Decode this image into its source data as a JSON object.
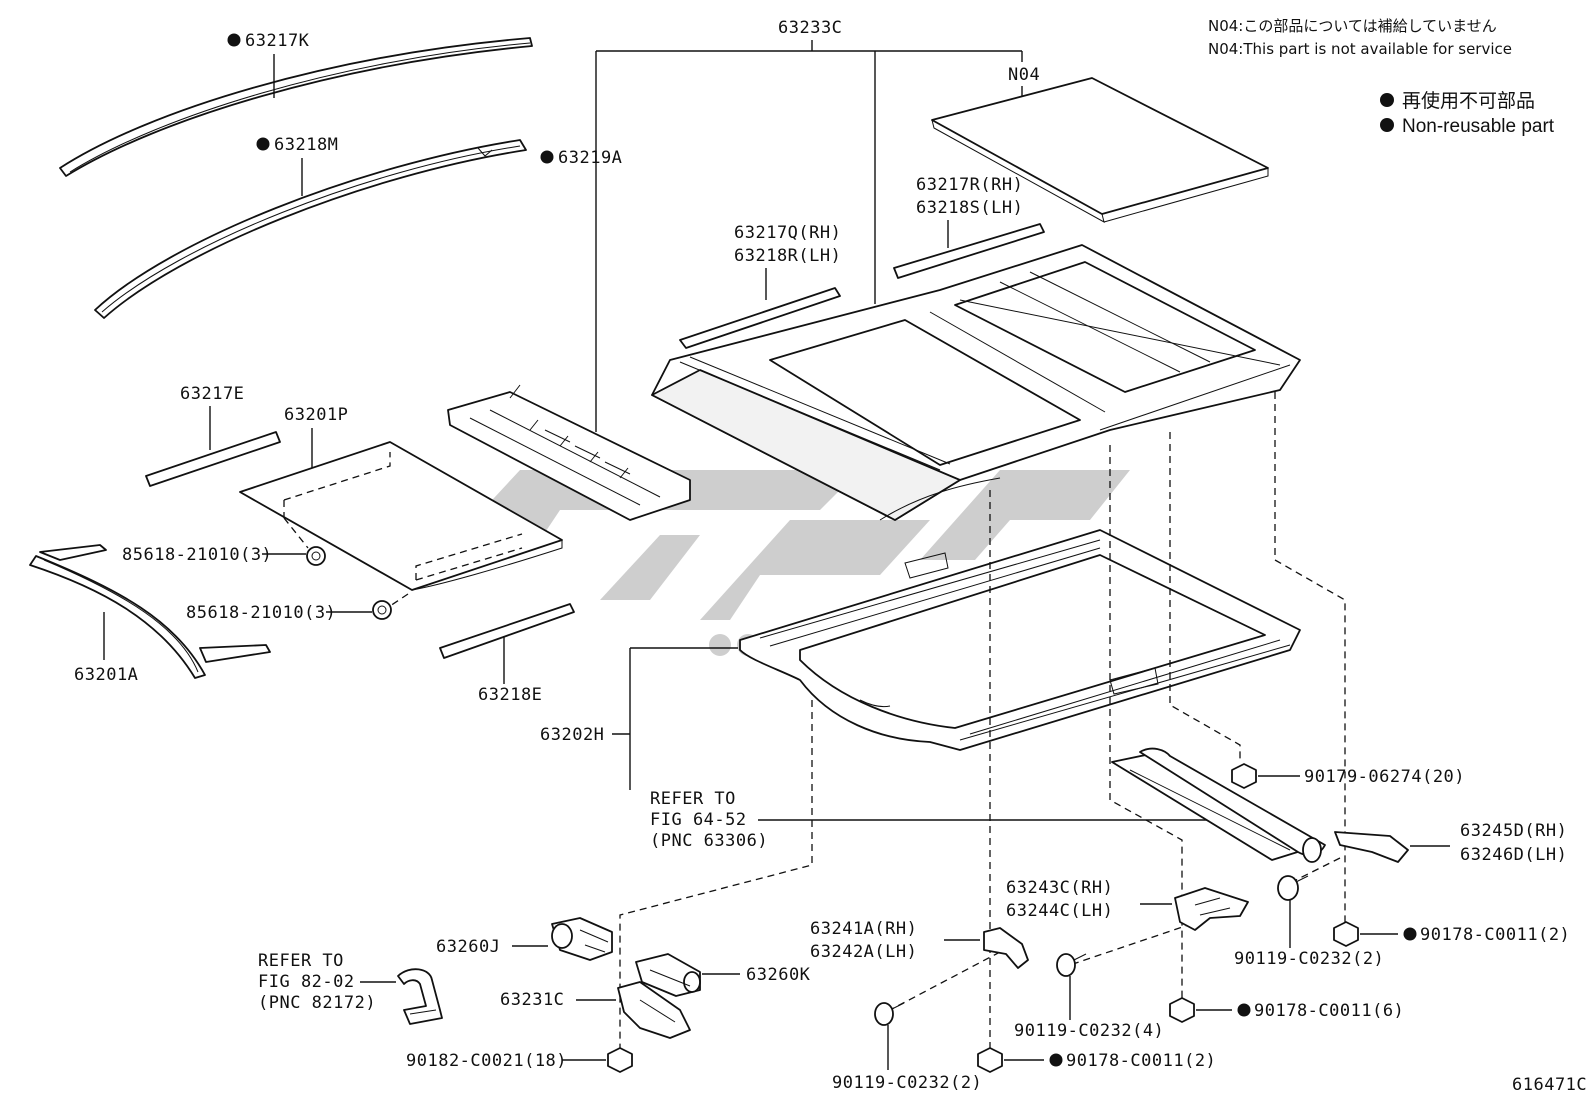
{
  "notes": {
    "n04_jp": "N04:この部品については補給していません",
    "n04_en": "N04:This part is not available for service",
    "legend_jp": "再使用不可部品",
    "legend_en": "Non-reusable part"
  },
  "figure_id": "616471C",
  "labels": {
    "p63217K": "63217K",
    "p63218M": "63218M",
    "p63219A": "63219A",
    "p63233C": "63233C",
    "pN04": "N04",
    "p63217R": "63217R(RH)",
    "p63218S": "63218S(LH)",
    "p63217Q": "63217Q(RH)",
    "p63218R": "63218R(LH)",
    "p63217E": "63217E",
    "p63201P": "63201P",
    "p85618a": "85618-21010(3)",
    "p85618b": "85618-21010(3)",
    "p63201A": "63201A",
    "p63218E": "63218E",
    "p63202H": "63202H",
    "refer1_l1": "REFER TO",
    "refer1_l2": "FIG 64-52",
    "refer1_l3": "(PNC 63306)",
    "p90179": "90179-06274(20)",
    "p63245D": "63245D(RH)",
    "p63246D": "63246D(LH)",
    "p63243C": "63243C(RH)",
    "p63244C": "63244C(LH)",
    "p63241A": "63241A(RH)",
    "p63242A": "63242A(LH)",
    "p90178a": "90178-C0011(2)",
    "p90119a": "90119-C0232(2)",
    "p90178b": "90178-C0011(6)",
    "p90119b": "90119-C0232(4)",
    "p90178c": "90178-C0011(2)",
    "p90119c": "90119-C0232(2)",
    "p63260J": "63260J",
    "p63260K": "63260K",
    "p63231C": "63231C",
    "refer2_l1": "REFER TO",
    "refer2_l2": "FIG 82-02",
    "refer2_l3": "(PNC 82172)",
    "p90182": "90182-C0021(18)"
  },
  "colors": {
    "line": "#111111",
    "watermark": "#bdbdbd"
  }
}
